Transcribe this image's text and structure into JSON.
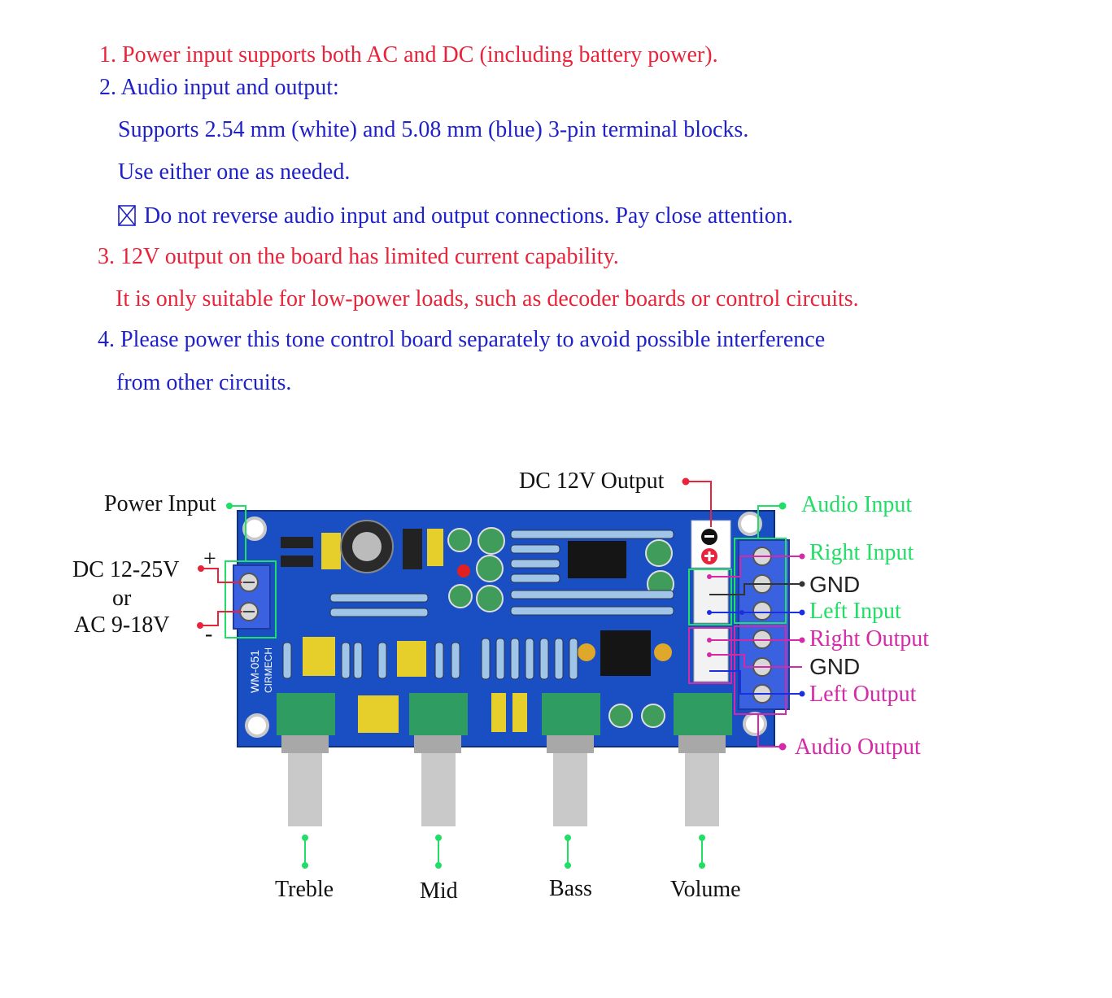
{
  "notes": {
    "n1": "1. Power input supports both AC and DC (including battery power).",
    "n2": "2. Audio input and output:",
    "n2a": "Supports 2.54 mm (white) and 5.08 mm (blue) 3-pin terminal blocks.",
    "n2b": "Use either one as needed.",
    "n2c": "Do not reverse audio input and output connections. Pay close attention.",
    "n3": "3. 12V output on the board has limited current capability.",
    "n3a": "It is only suitable for low-power loads, such as decoder boards or control circuits.",
    "n4": "4. Please power this tone control board separately to avoid possible interference",
    "n4a": "from other circuits."
  },
  "labels": {
    "power_input": "Power Input",
    "dc_range": "DC 12-25V",
    "or": "or",
    "ac_range": "AC 9-18V",
    "plus": "+",
    "minus": "-",
    "dc_output": "DC 12V Output",
    "audio_input": "Audio Input",
    "right_input": "Right Input",
    "gnd_1": "GND",
    "left_input": "Left Input",
    "right_output": "Right Output",
    "gnd_2": "GND",
    "left_output": "Left Output",
    "audio_output": "Audio Output",
    "treble": "Treble",
    "mid": "Mid",
    "bass": "Bass",
    "volume": "Volume",
    "board_model": "WM-051",
    "board_brand": "CIRMECH"
  },
  "colors": {
    "red_text": "#e8233a",
    "blue_text": "#1f22c8",
    "green": "#22dd66",
    "magenta": "#d42aa8",
    "blue_pin": "#1a2fe0",
    "board": "#1a4fc4"
  }
}
